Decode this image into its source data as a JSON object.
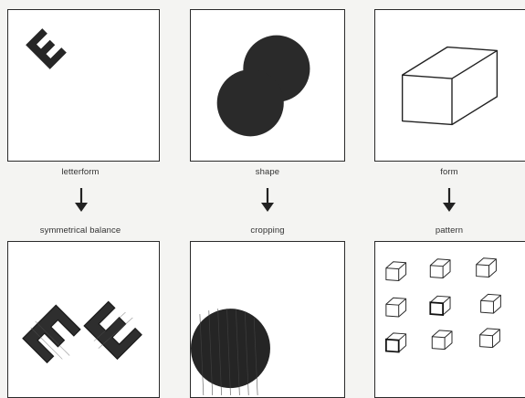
{
  "columns": [
    {
      "top_label": "letterform",
      "bottom_label": "symmetrical balance",
      "top_icon": "letter-e-icon",
      "bottom_icon": "mirrored-e-icon"
    },
    {
      "top_label": "shape",
      "bottom_label": "cropping",
      "top_icon": "overlapping-circles-icon",
      "bottom_icon": "cropped-circle-icon"
    },
    {
      "top_label": "form",
      "bottom_label": "pattern",
      "top_icon": "cube-icon",
      "bottom_icon": "cube-grid-icon"
    }
  ],
  "arrow_icon": "down-arrow-icon",
  "colors": {
    "ink": "#2b2b2b",
    "panel": "#ffffff",
    "background": "#f4f4f2"
  }
}
